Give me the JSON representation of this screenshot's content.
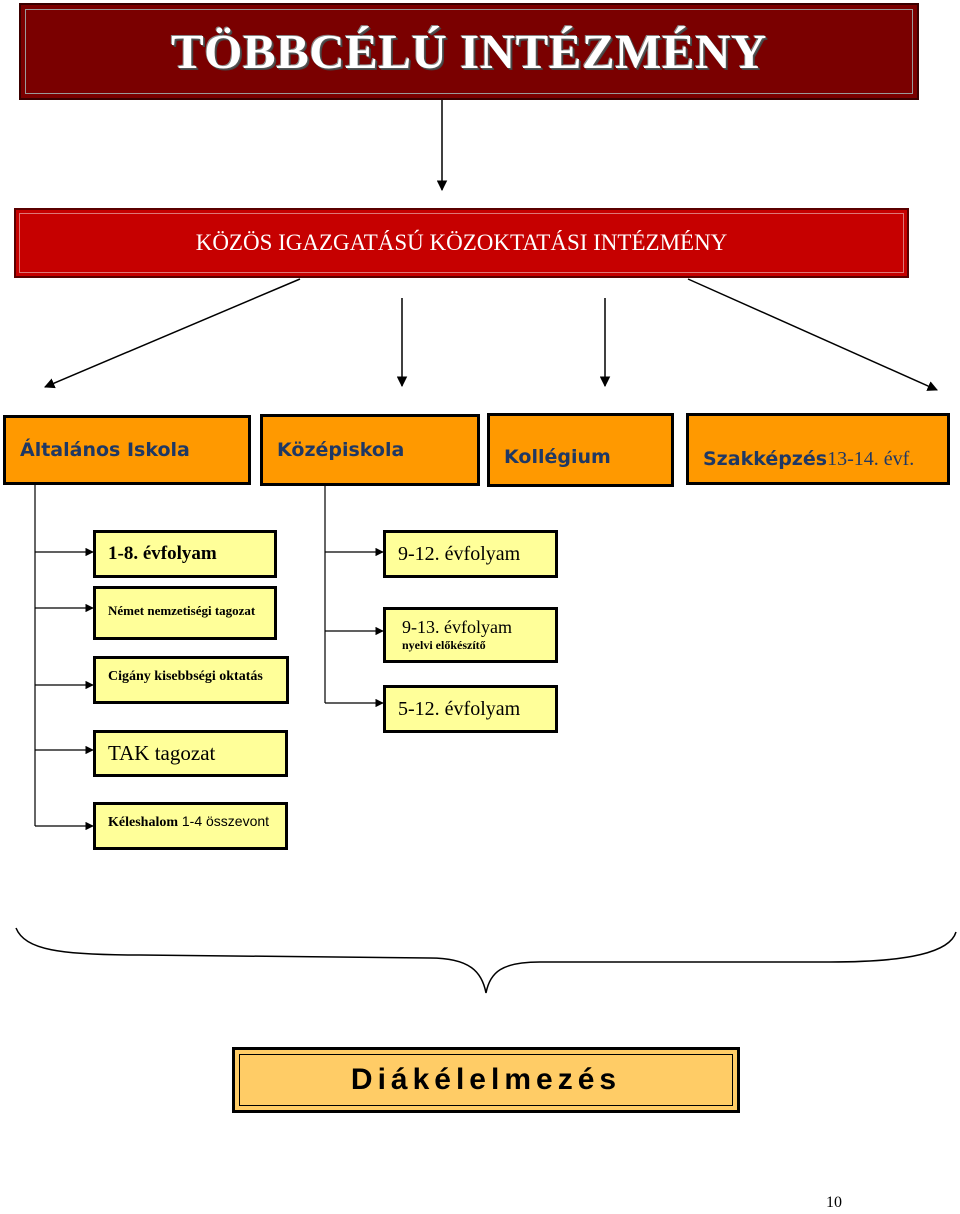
{
  "header": {
    "title": "TÖBBCÉLÚ INTÉZMÉNY"
  },
  "subheader": {
    "title": "KÖZÖS IGAZGATÁSÚ KÖZOKTATÁSI INTÉZMÉNY"
  },
  "units": {
    "altalanos": "Általános Iskola",
    "kozepiskola": "Középiskola",
    "kollegium": "Kollégium",
    "szakkepzes_name": "Szakképzés",
    "szakkepzes_years": "13-14. évf."
  },
  "altalanos_items": {
    "grades": "1-8. évfolyam",
    "nemet": "Német nemzetiségi tagozat",
    "cigany": "Cigány kisebbségi oktatás",
    "tak": "TAK tagozat",
    "keleshalom_name": "Kéleshalom",
    "keleshalom_rest": " 1-4 összevont"
  },
  "kozepiskola_items": {
    "grades_9_12": "9-12. évfolyam",
    "grades_9_13": "9-13. évfolyam",
    "grades_9_13_note": "nyelvi előkészítő",
    "grades_5_12": "5-12. évfolyam"
  },
  "footer": {
    "label": "Diákélelmezés"
  },
  "page": {
    "number": "10"
  }
}
